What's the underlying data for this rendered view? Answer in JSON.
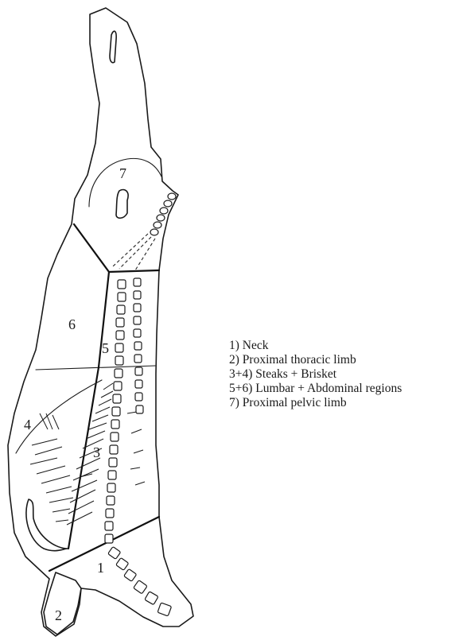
{
  "regions": [
    {
      "id": "1",
      "name": "Neck"
    },
    {
      "id": "2",
      "name": "Proximal thoracic limb"
    },
    {
      "id": "3",
      "name": "Steaks + Brisket"
    },
    {
      "id": "4",
      "name": "Steaks + Brisket"
    },
    {
      "id": "5",
      "name": "Lumbar + Abdominal regions"
    },
    {
      "id": "6",
      "name": "Lumbar + Abdominal regions"
    },
    {
      "id": "7",
      "name": "Proximal pelvic limb"
    }
  ],
  "legend": [
    "1) Neck",
    "2) Proximal thoracic limb",
    "3+4) Steaks + Brisket",
    "5+6) Lumbar + Abdominal regions",
    "7) Proximal pelvic limb"
  ]
}
